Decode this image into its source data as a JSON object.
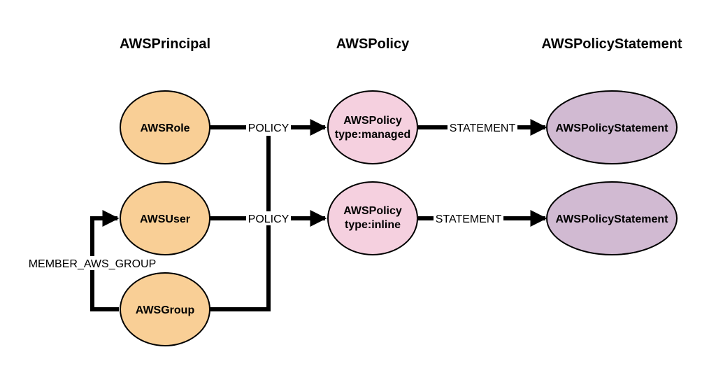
{
  "columns": {
    "principal": "AWSPrincipal",
    "policy": "AWSPolicy",
    "statement": "AWSPolicyStatement"
  },
  "nodes": {
    "role": "AWSRole",
    "user": "AWSUser",
    "group": "AWSGroup",
    "policy_managed": {
      "line1": "AWSPolicy",
      "line2": "type:managed"
    },
    "policy_inline": {
      "line1": "AWSPolicy",
      "line2": "type:inline"
    },
    "statement_1": "AWSPolicyStatement",
    "statement_2": "AWSPolicyStatement"
  },
  "edges": {
    "policy_1": "POLICY",
    "policy_2": "POLICY",
    "statement_1": "STATEMENT",
    "statement_2": "STATEMENT",
    "member": "MEMBER_AWS_GROUP"
  },
  "colors": {
    "principal_fill": "#F9CF96",
    "policy_fill": "#F5D0DF",
    "statement_fill": "#D1BAD2",
    "outline": "#000000"
  }
}
